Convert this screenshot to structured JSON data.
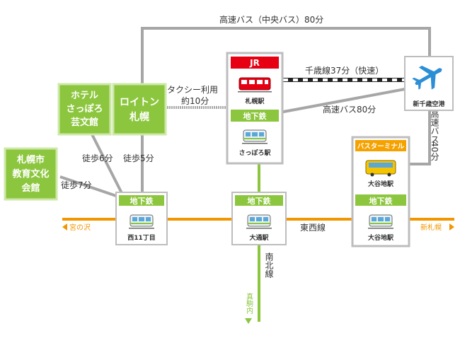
{
  "routes": {
    "express_bus_chuo": "高速バス（中央バス）80分",
    "chitose_line": "千歳線37分（快速）",
    "express_bus_80": "高速バス80分",
    "express_bus_40_line1": "高速バス",
    "express_bus_40_line2": "40分",
    "taxi_line1": "タクシー利用",
    "taxi_line2": "約10分",
    "walk_6": "徒歩6分",
    "walk_5": "徒歩5分",
    "walk_7": "徒歩7分",
    "tozai_line": "東西線",
    "nanboku_line_v": "南北線",
    "to_miyanosawa": "宮の沢",
    "to_shinsapporo": "新札幌",
    "to_makomanai_v": "真駒内"
  },
  "places": {
    "hotel_l1": "ホテル",
    "hotel_l2": "さっぽろ",
    "hotel_l3": "芸文館",
    "loiton_l1": "ロイトン",
    "loiton_l2": "札幌",
    "edu_l1": "札幌市",
    "edu_l2": "教育文化",
    "edu_l3": "会館"
  },
  "stations": {
    "jr_header": "JR",
    "sapporo_jr": "札幌駅",
    "subway_header": "地下鉄",
    "sapporo_subway": "さっぽろ駅",
    "nishi11": "西11丁目",
    "odori": "大通駅",
    "bus_terminal_header": "バスターミナル",
    "oyachi_bus": "大谷地駅",
    "oyachi_subway": "大谷地駅",
    "airport": "新千歳空港"
  },
  "colors": {
    "subway_green": "#8cc63e",
    "jr_red": "#e60012",
    "tozai_orange": "#f29600",
    "bus_orange": "#f5a200",
    "route_gray": "#a6a6a6",
    "box_border": "#bdbdbd",
    "airplane_blue": "#2c8fd6"
  }
}
